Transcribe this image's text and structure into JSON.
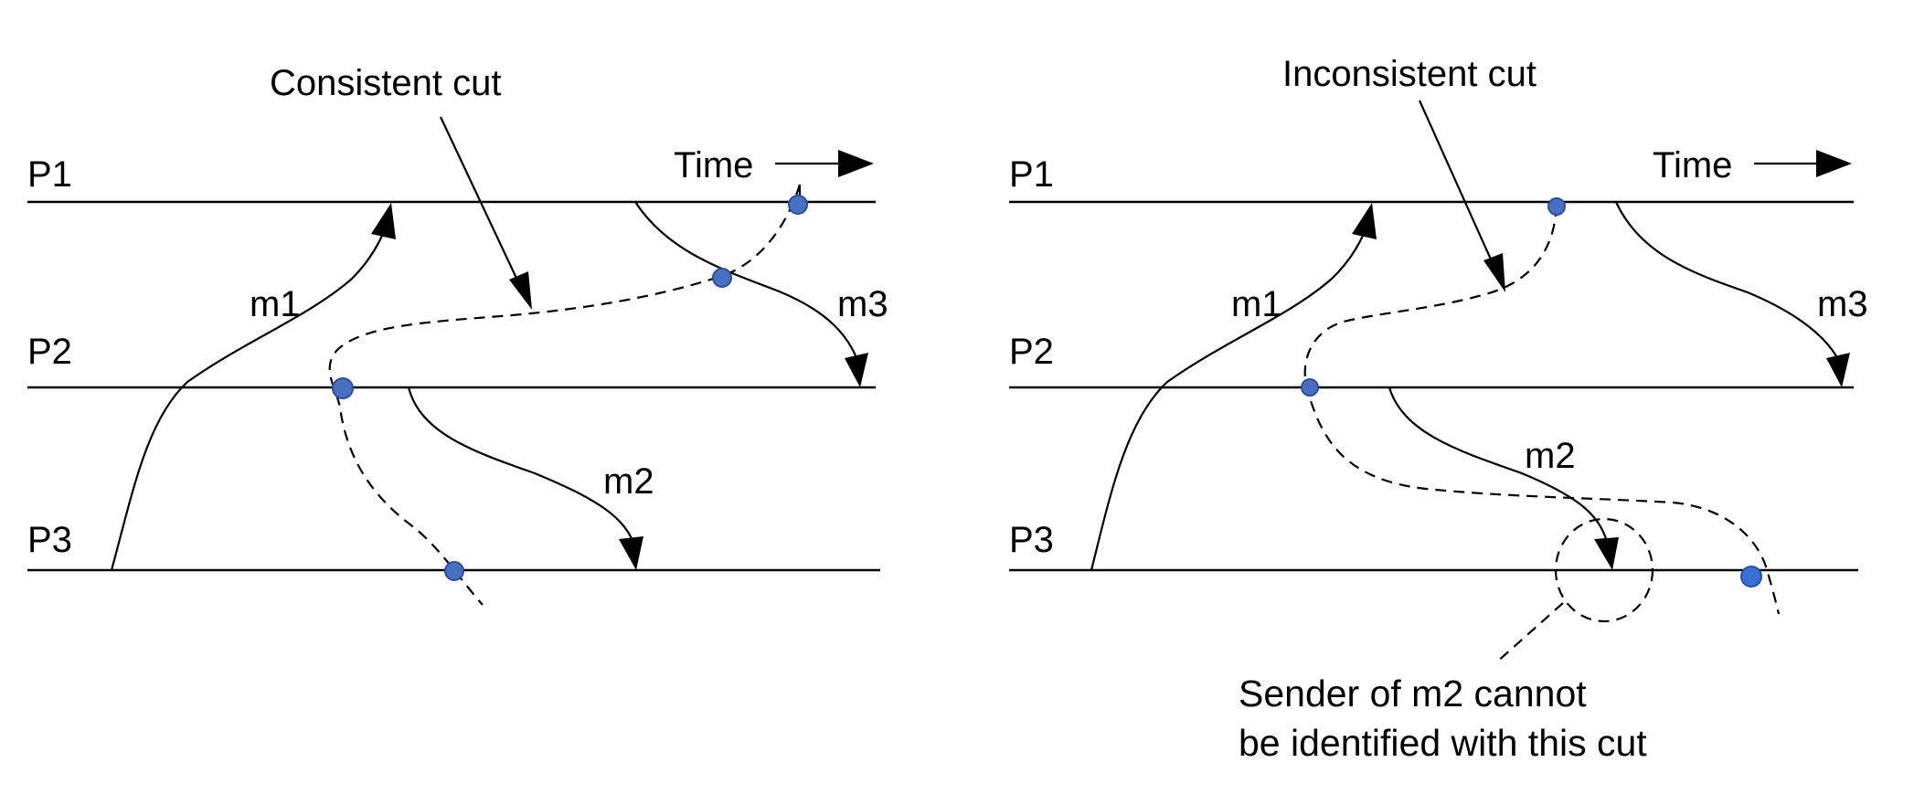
{
  "colors": {
    "line": "#000000",
    "cut_dot": "#4a6fc0",
    "background": "#ffffff"
  },
  "left_panel": {
    "title": "Consistent cut",
    "time_label": "Time",
    "processes": [
      "P1",
      "P2",
      "P3"
    ],
    "messages": [
      "m1",
      "m3",
      "m2"
    ]
  },
  "right_panel": {
    "title": "Inconsistent cut",
    "time_label": "Time",
    "processes": [
      "P1",
      "P2",
      "P3"
    ],
    "messages": [
      "m1",
      "m3",
      "m2"
    ],
    "annotation_lines": [
      "Sender of m2 cannot",
      "be identified with this cut"
    ]
  }
}
